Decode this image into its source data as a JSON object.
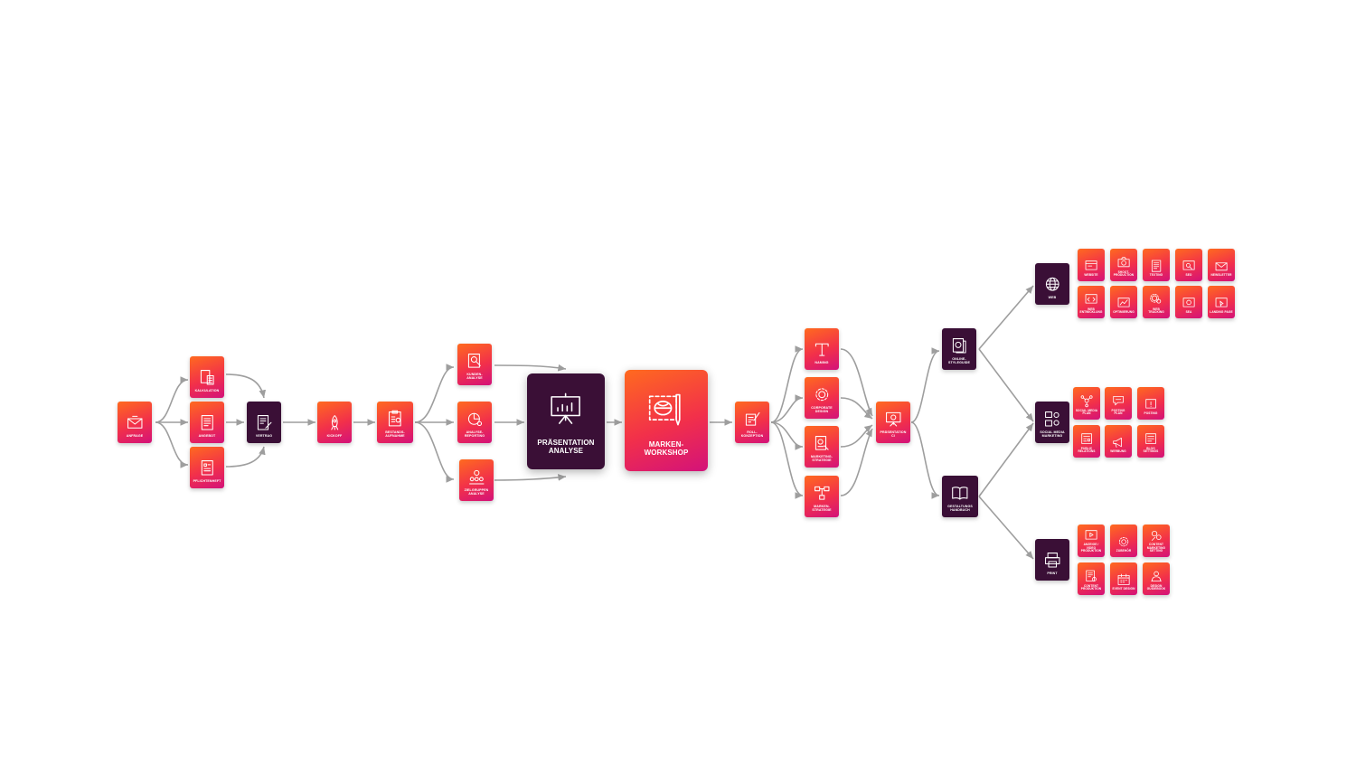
{
  "nodes": {
    "anfrage": "ANFRAGE",
    "kalkulation": "KALKULATION",
    "angebot": "ANGEBOT",
    "pflichtenheft": "PFLICHTENHEFT",
    "vertrag": "VERTRAG",
    "kickoff": "KICKOFF",
    "bestandsaufnahme": "BESTANDS-\nAUFNAHME",
    "kundenanalyse": "KUNDEN-\nANALYSE",
    "analysereporting": "ANALYSE-\nREPORTING",
    "zielgruppenanalyse": "ZIELGRUPPEN\nANALYSE",
    "praesentation_analyse": "PRÄSENTATION\nANALYSE",
    "markenworkshop": "MARKEN-\nWORKSHOP",
    "rollkonzeption": "ROLL-\nKONZEPTION",
    "naming": "NAMING",
    "corporate_design": "CORPORATE\nDESIGN",
    "marketing_strategie": "MARKETING-\nSTRATEGIE",
    "marken_strategie": "MARKEN-\nSTRATEGIE",
    "praesentation_ci": "PRÄSENTATION\nCI",
    "online_styleguide": "ONLINE-\nSTYLEGUIDE",
    "gestaltungshandbuch": "GESTALTUNGS\nHANDBUCH",
    "web": "WEB",
    "social_media_marketing": "SOCIAL MEDIA\nMARKETING",
    "print": "PRINT"
  },
  "web_items": [
    "WEBSITE",
    "SHOOT-\nPRODUCTION",
    "TEXTING",
    "SEO",
    "NEWSLETTER",
    "WEB\nENTWICKLUNG",
    "OPTIMIERUNG",
    "WEB TRACKING",
    "SEA",
    "LANDING PAGE"
  ],
  "social_items": [
    "SOCIAL MEDIA\nPLAN",
    "POSTING\nPLAN",
    "POSTING",
    "PUBLIC\nRELATIONS",
    "WERBUNG",
    "BLOG\nSETTINGS"
  ],
  "print_items": [
    "ANZEIGE / VIDEO\nPRODUKTION",
    "ZUBEHÖR",
    "CONTENT\nMARKETING\nSETTING",
    "CONTENT\nPRODUKTION",
    "EVENT DESIGN",
    "DESIGN\nGUIDEBOOK"
  ],
  "colors": {
    "warm_start": "#ff6a1f",
    "warm_mid": "#f2304a",
    "warm_end": "#d3127a",
    "dark": "#3a0f36",
    "connector": "#9e9e9e"
  }
}
